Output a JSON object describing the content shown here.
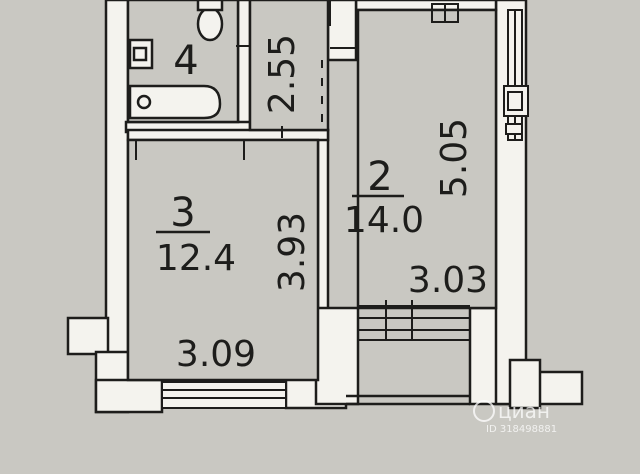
{
  "rooms": [
    {
      "number": "2",
      "area": "14.0"
    },
    {
      "number": "3",
      "area": "12.4"
    },
    {
      "number": "4"
    }
  ],
  "dimensions": {
    "bath_height": "2.55",
    "room2_height": "5.05",
    "room3_height": "3.93",
    "room2_width": "3.03",
    "room3_width": "3.09"
  },
  "watermark": {
    "brand": "циан",
    "id": "ID 318498881"
  },
  "colors": {
    "background": "#c9c8c2",
    "wall_fill": "#f4f3ee",
    "line": "#1d1d1b"
  }
}
